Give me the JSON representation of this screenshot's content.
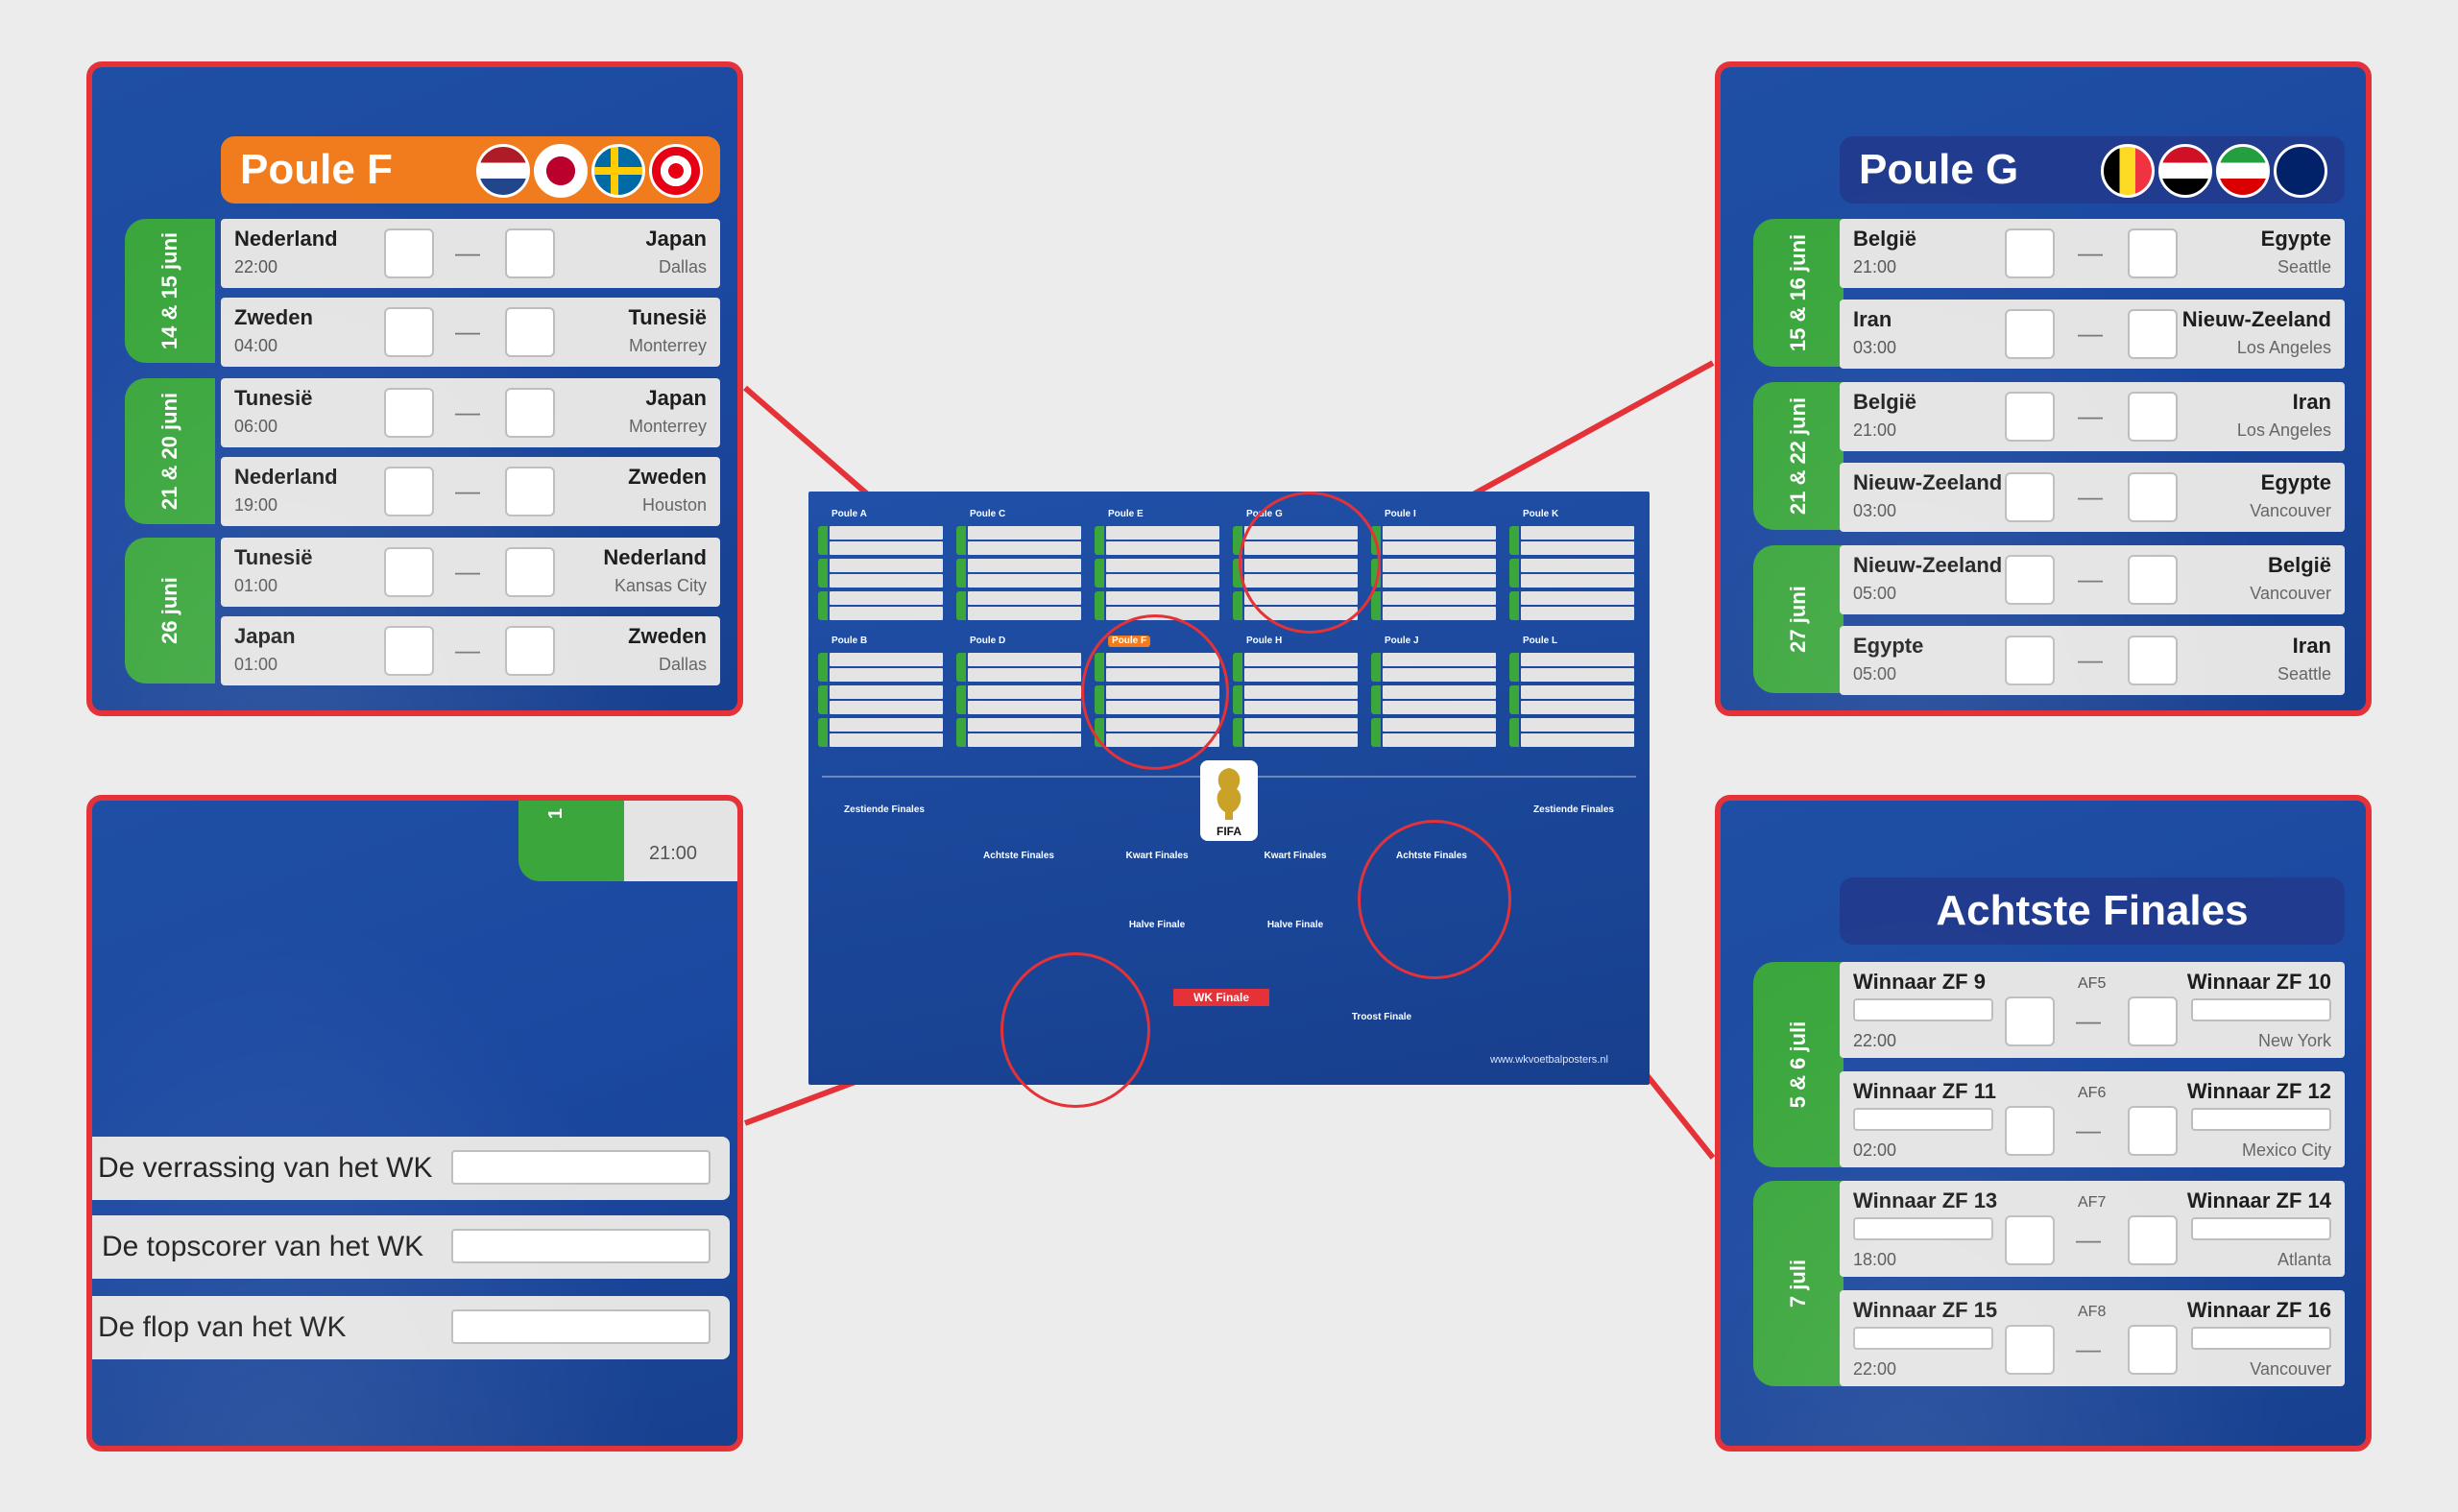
{
  "poule_f": {
    "title": "Poule F",
    "flags": [
      "nl-flag",
      "jp-flag",
      "se-flag",
      "tn-flag"
    ],
    "days": [
      "14 & 15 juni",
      "21 & 20 juni",
      "26 juni"
    ],
    "matches": [
      {
        "home": "Nederland",
        "time": "22:00",
        "away": "Japan",
        "venue": "Dallas"
      },
      {
        "home": "Zweden",
        "time": "04:00",
        "away": "Tunesië",
        "venue": "Monterrey"
      },
      {
        "home": "Tunesië",
        "time": "06:00",
        "away": "Japan",
        "venue": "Monterrey"
      },
      {
        "home": "Nederland",
        "time": "19:00",
        "away": "Zweden",
        "venue": "Houston"
      },
      {
        "home": "Tunesië",
        "time": "01:00",
        "away": "Nederland",
        "venue": "Kansas City"
      },
      {
        "home": "Japan",
        "time": "01:00",
        "away": "Zweden",
        "venue": "Dallas"
      }
    ]
  },
  "poule_g": {
    "title": "Poule G",
    "flags": [
      "be-flag",
      "eg-flag",
      "ir-flag",
      "nz-flag"
    ],
    "days": [
      "15 & 16 juni",
      "21 & 22 juni",
      "27 juni"
    ],
    "matches": [
      {
        "home": "België",
        "time": "21:00",
        "away": "Egypte",
        "venue": "Seattle"
      },
      {
        "home": "Iran",
        "time": "03:00",
        "away": "Nieuw-Zeeland",
        "venue": "Los Angeles"
      },
      {
        "home": "België",
        "time": "21:00",
        "away": "Iran",
        "venue": "Los Angeles"
      },
      {
        "home": "Nieuw-Zeeland",
        "time": "03:00",
        "away": "Egypte",
        "venue": "Vancouver"
      },
      {
        "home": "Nieuw-Zeeland",
        "time": "05:00",
        "away": "België",
        "venue": "Vancouver"
      },
      {
        "home": "Egypte",
        "time": "05:00",
        "away": "Iran",
        "venue": "Seattle"
      }
    ]
  },
  "bonus": {
    "top_tab": "1",
    "top_time": "21:00",
    "questions": [
      "De verrassing van het WK",
      "De topscorer van het WK",
      "De flop van het WK"
    ]
  },
  "achtste_finales": {
    "title": "Achtste Finales",
    "days": [
      "5 & 6 juli",
      "7 juli"
    ],
    "matches": [
      {
        "home": "Winnaar ZF 9",
        "code": "AF5",
        "away": "Winnaar ZF 10",
        "time": "22:00",
        "venue": "New York"
      },
      {
        "home": "Winnaar ZF 11",
        "code": "AF6",
        "away": "Winnaar ZF 12",
        "time": "02:00",
        "venue": "Mexico City"
      },
      {
        "home": "Winnaar ZF 13",
        "code": "AF7",
        "away": "Winnaar ZF 14",
        "time": "18:00",
        "venue": "Atlanta"
      },
      {
        "home": "Winnaar ZF 15",
        "code": "AF8",
        "away": "Winnaar ZF 16",
        "time": "22:00",
        "venue": "Vancouver"
      }
    ]
  },
  "poster": {
    "groups": [
      "Poule A",
      "Poule C",
      "Poule E",
      "Poule G",
      "Poule I",
      "Poule K",
      "Poule B",
      "Poule D",
      "Poule F",
      "Poule H",
      "Poule J",
      "Poule L"
    ],
    "stages": [
      "Zestiende Finales",
      "Achtste Finales",
      "Kwart Finales",
      "Kwart Finales",
      "Achtste Finales",
      "Zestiende Finales",
      "Halve Finale",
      "Halve Finale",
      "Troost Finale"
    ],
    "final_label": "WK Finale",
    "logo_text": "FIFA",
    "url": "www.wkvoetbalposters.nl"
  },
  "colors": {
    "highlight_red": "#e53238",
    "panel_blue": "#1f4fa5",
    "title_orange": "#f07c1e",
    "title_navy": "#213b8e",
    "day_green": "#3aa63c"
  }
}
